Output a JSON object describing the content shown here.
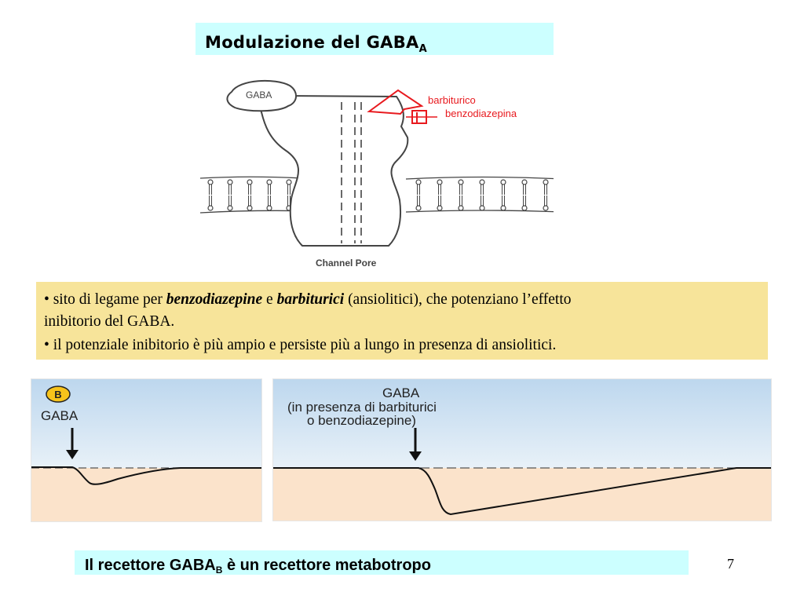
{
  "slide": {
    "title_main": "Modulazione del GABA",
    "title_sub": "A",
    "page_number": "7"
  },
  "diagram": {
    "gaba_label": "GABA",
    "barbiturico_label": "barbiturico",
    "benzodiazepina_label": "benzodiazepina",
    "channel_pore_label": "Channel Pore",
    "highlight_color": "#e8191e"
  },
  "notes": {
    "line1_pre": "• sito di legame per ",
    "line1_b1": "benzodiazepine",
    "line1_mid": " e ",
    "line1_b2": "barbiturici",
    "line1_post": " (ansiolitici), che potenziano  l’effetto",
    "line2": "inibitorio del GABA.",
    "line3": "• il potenziale inibitorio è più ampio e persiste più a lungo in presenza di ansiolitici."
  },
  "panel_b": {
    "badge": "B",
    "label": "GABA"
  },
  "panel_modulated": {
    "line1": "GABA",
    "line2": "(in presenza di barbiturici",
    "line3": "o benzodiazepine)"
  },
  "footer": {
    "text_main": "Il recettore GABA",
    "text_sub": "B",
    "text_post": " è un recettore metabotropo"
  },
  "colors": {
    "title_bg": "#ccffff",
    "note_bg": "#f7e49a",
    "sky": "#d0e4f2",
    "ground": "#fbe3cb"
  }
}
